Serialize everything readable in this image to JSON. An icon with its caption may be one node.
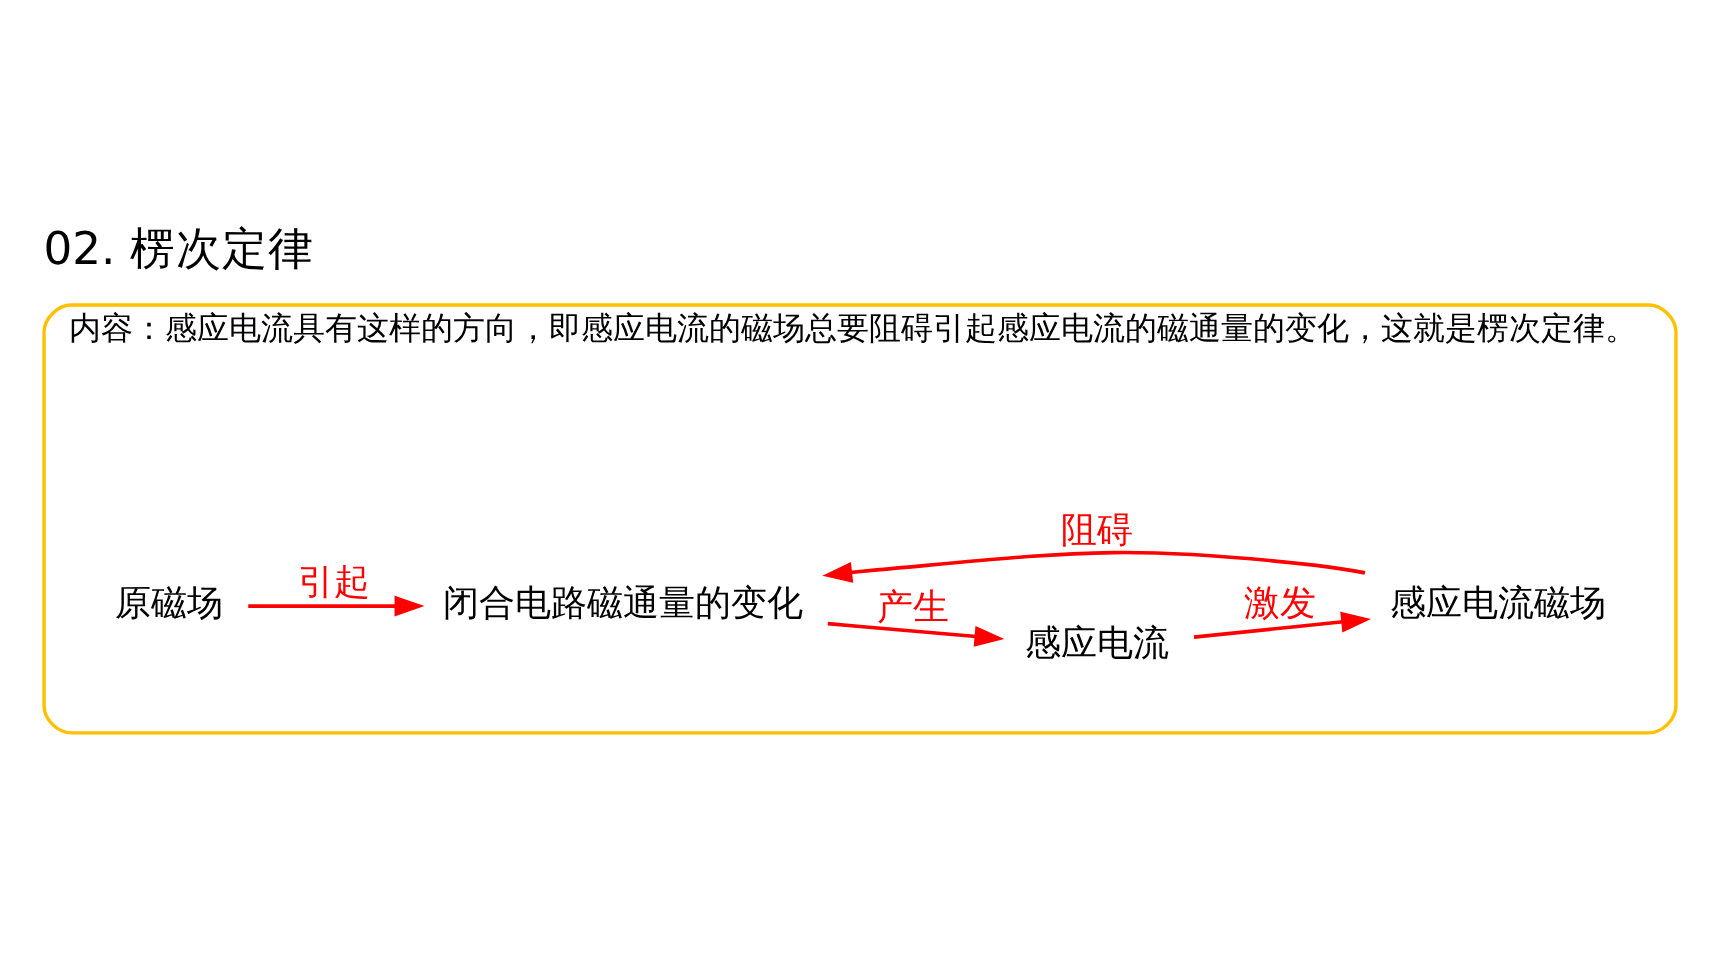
{
  "diagram": {
    "title": "02. 楞次定律",
    "nodes": [
      {
        "text": [
          "内容：感应电流具有这样的方向，即感应电流的磁场总要阻碍引起感应电流的磁通量的变化，这就是楞次定律。"
        ]
      },
      {
        "text": [
          "原磁场"
        ],
        "in": 0
      },
      {
        "text": [
          "闭合电路磁通量的变化"
        ],
        "in": 0
      },
      {
        "text": [
          "感应电流"
        ],
        "in": 0
      },
      {
        "text": [
          "感应电流磁场"
        ],
        "in": 0
      }
    ],
    "edges": [
      {
        "from": 1,
        "to": 2,
        "arrow": "to",
        "label": "引起"
      },
      {
        "from": 2,
        "to": 3,
        "arrow": "to",
        "label": "产生"
      },
      {
        "from": 3,
        "to": 4,
        "arrow": "to",
        "label": "激发"
      },
      {
        "from": 4,
        "to": 2,
        "arrow": "to",
        "label": "阻碍"
      }
    ]
  }
}
